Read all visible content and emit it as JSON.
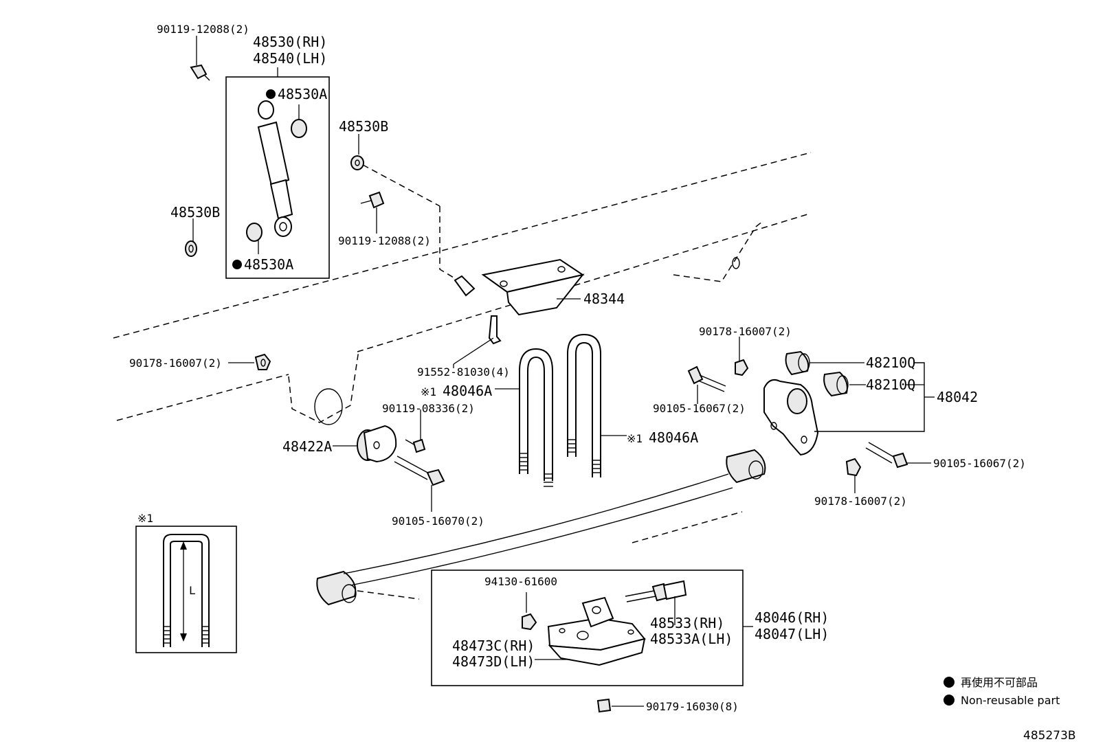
{
  "diagram_number": "485273B",
  "labels": {
    "bolt_top": "90119-12088(2)",
    "shock_rh": "48530(RH)",
    "shock_lh": "48540(LH)",
    "bush_a_top": "48530A",
    "bush_a_bottom": "48530A",
    "washer_b_left": "48530B",
    "washer_b_right": "48530B",
    "bolt_mid": "90119-12088(2)",
    "bracket": "48344",
    "bolt_91552": "91552-81030(4)",
    "ubolt_1": "48046A",
    "ubolt_1_prefix": "※1",
    "bolt_08336": "90119-08336(2)",
    "ubolt_2": "48046A",
    "ubolt_2_prefix": "※1",
    "stopper": "48422A",
    "bolt_16070": "90105-16070(2)",
    "nut_left": "90178-16007(2)",
    "nut_top_right": "90178-16007(2)",
    "bolt_16067_left": "90105-16067(2)",
    "bush_q1": "48210Q",
    "bush_q2": "48210Q",
    "hanger": "48042",
    "bolt_16067_right": "90105-16067(2)",
    "nut_bottom_right": "90178-16007(2)",
    "nut_61600": "94130-61600",
    "bolt_48533_rh": "48533(RH)",
    "bolt_48533_lh": "48533A(LH)",
    "seat_rh": "48473C(RH)",
    "seat_lh": "48473D(LH)",
    "spring_rh": "48046(RH)",
    "spring_lh": "48047(LH)",
    "cap": "90179-16030(8)",
    "inset_marker": "※1",
    "inset_length": "L"
  },
  "legend": {
    "non_reusable_jp": "再使用不可部品",
    "non_reusable_en": "Non-reusable part"
  }
}
